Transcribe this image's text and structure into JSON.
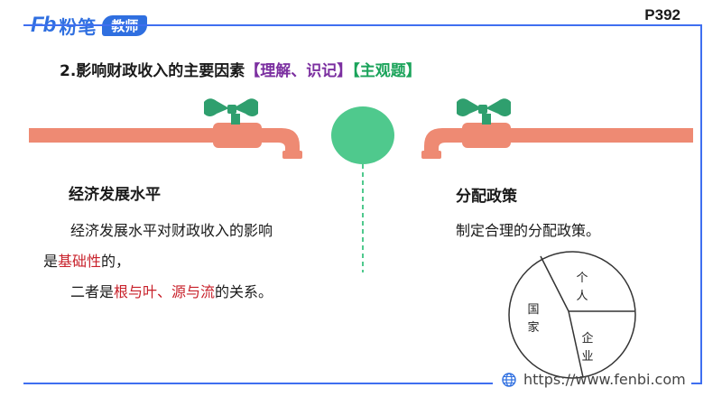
{
  "header": {
    "logo_mark": "Fb",
    "logo_name": "粉笔",
    "logo_tag": "教师",
    "page_number": "P392"
  },
  "title": {
    "main": "2.影响财政收入的主要因素",
    "tag1": "【理解、识记】",
    "tag2": "【主观题】"
  },
  "left": {
    "heading": "经济发展水平",
    "line1": "经济发展水平对财政收入的影响",
    "line2_prefix": "是",
    "line2_highlight": "基础性",
    "line2_suffix": "的，",
    "line3_prefix": "二者是",
    "line3_highlight": "根与叶、源与流",
    "line3_suffix": "的关系。"
  },
  "right": {
    "heading": "分配政策",
    "text": "制定合理的分配政策。"
  },
  "pie": {
    "labels": [
      "个人",
      "国家",
      "企业"
    ]
  },
  "footer": {
    "url": "https://www.fenbi.com"
  },
  "colors": {
    "brand_blue": "#2f6fe0",
    "pipe": "#ee8a73",
    "valve": "#2f9f6e",
    "drop": "#4fc98d",
    "highlight_red": "#c8202a",
    "purple": "#7b2fa0",
    "green": "#1aa35a"
  }
}
